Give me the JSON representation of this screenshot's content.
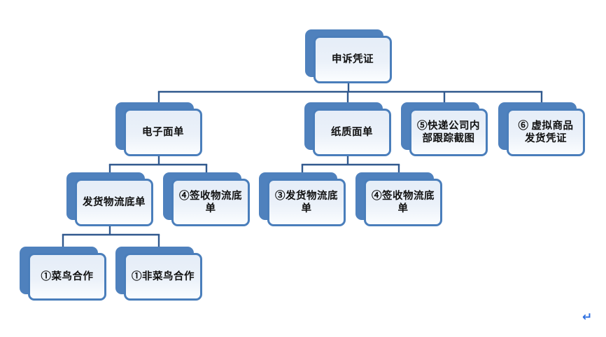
{
  "diagram": {
    "type": "org-chart",
    "nodes": [
      {
        "id": "appeal",
        "label": "申诉凭证"
      },
      {
        "id": "elec",
        "label": "电子面单"
      },
      {
        "id": "paper",
        "label": "纸质面单"
      },
      {
        "id": "tracking",
        "label": "⑤快递公司内\n部跟踪截图"
      },
      {
        "id": "virtual",
        "label": "⑥ 虚拟商品\n发货凭证"
      },
      {
        "id": "ship_elec",
        "label": "发货物流底单"
      },
      {
        "id": "sign_elec",
        "label": "④签收物流底\n单"
      },
      {
        "id": "ship_paper",
        "label": "③发货物流底\n单"
      },
      {
        "id": "sign_paper",
        "label": "④签收物流底\n单"
      },
      {
        "id": "cainiao",
        "label": "①菜鸟合作"
      },
      {
        "id": "non_cainiao",
        "label": "①非菜鸟合作"
      }
    ],
    "edges": [
      {
        "parent": "appeal",
        "children": [
          "elec",
          "paper",
          "tracking",
          "virtual"
        ]
      },
      {
        "parent": "elec",
        "children": [
          "ship_elec",
          "sign_elec"
        ]
      },
      {
        "parent": "paper",
        "children": [
          "ship_paper",
          "sign_paper"
        ]
      },
      {
        "parent": "ship_elec",
        "children": [
          "cainiao",
          "non_cainiao"
        ]
      }
    ],
    "colors": {
      "shape_back": "#4f81bd",
      "shape_border": "#4a7ebb",
      "fill_top": "#e5edf8",
      "fill_bottom": "#fbfdff",
      "connector": "#31598e",
      "text": "#111111"
    }
  },
  "editor": {
    "paragraph_mark": "↵",
    "paragraph_mark_color": "#2e6fe0"
  }
}
